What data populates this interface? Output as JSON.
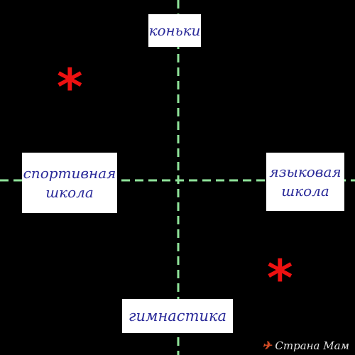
{
  "diagram": {
    "labels": {
      "top": "коньки",
      "left_line1": "спортивная",
      "left_line2": "школа",
      "right_line1": "языковая",
      "right_line2": "школа",
      "bottom": "гимнастика"
    },
    "markers": {
      "symbol": "*"
    },
    "colors": {
      "background": "#000000",
      "axis_line": "#8fe39a",
      "label_text": "#2b2b9a",
      "label_box": "#ffffff",
      "marker": "#ee1111"
    }
  },
  "watermark": {
    "text": "Страна Мам",
    "icon": "stork-logo-icon"
  }
}
